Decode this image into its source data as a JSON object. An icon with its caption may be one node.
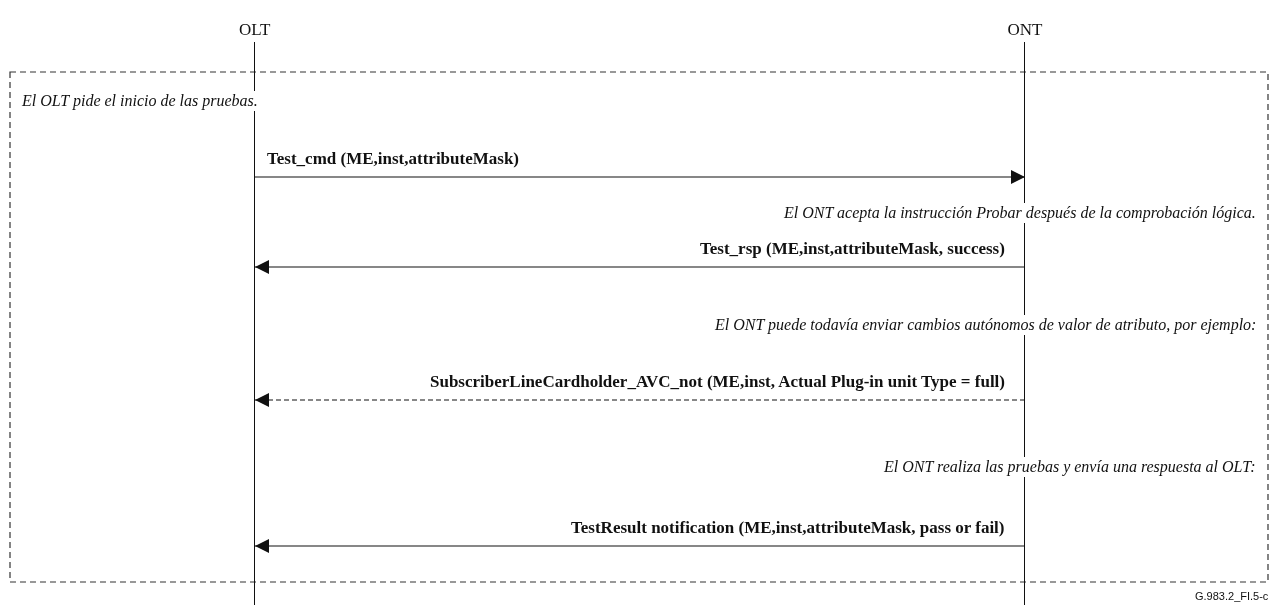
{
  "diagram": {
    "nodes": [
      {
        "text": [
          "OLT"
        ]
      },
      {
        "text": [
          "ONT"
        ]
      }
    ],
    "edges": [
      {
        "from": 0,
        "to": 1,
        "arrow": "to",
        "label": "Test_cmd (ME,inst,attributeMask)"
      },
      {
        "from": 1,
        "to": 0,
        "arrow": "to",
        "label": "Test_rsp (ME,inst,attributeMask, success)"
      },
      {
        "from": 1,
        "to": 0,
        "arrow": "to",
        "label": "SubscriberLineCardholder_AVC_not (ME,inst, Actual Plug-in unit Type = full)",
        "style": "dashed"
      },
      {
        "from": 1,
        "to": 0,
        "arrow": "to",
        "label": "TestResult notification (ME,inst,attributeMask, pass or fail)"
      }
    ],
    "labels": [
      "El OLT pide el inicio de las pruebas.",
      "El ONT acepta la instrucción Probar después de la comprobación lógica.",
      "El ONT puede todavía enviar cambios autónomos de valor de atributo, por ejemplo:",
      "El ONT realiza las pruebas y envía una respuesta al OLT:",
      "G.983.2_FI.5-c"
    ]
  }
}
